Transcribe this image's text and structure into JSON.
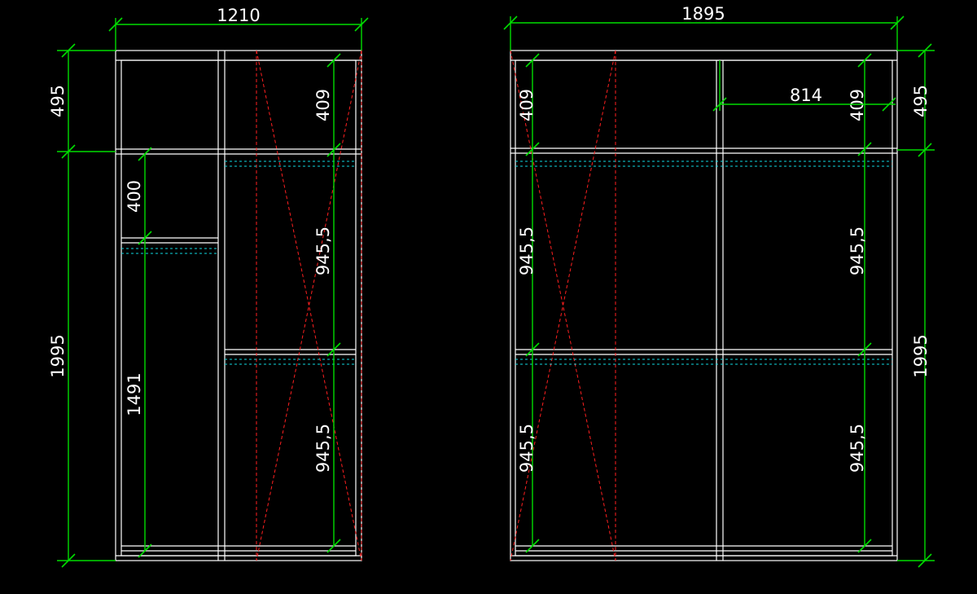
{
  "drawing": {
    "colors": {
      "background": "#000000",
      "frame": "#ffffff",
      "dimension": "#00dd00",
      "hidden_red": "#ff2020",
      "hidden_cyan": "#10d8e0",
      "text": "#ffffff"
    },
    "left_cabinet": {
      "width_label": "1210",
      "top_height_label": "495",
      "total_height_label": "1995",
      "top_compartment_label": "409",
      "upper_shelf_label": "400",
      "rail_compartment_label": "1491",
      "middle_section_label": "945,5",
      "lower_section_label": "945,5"
    },
    "right_cabinet": {
      "width_label": "1895",
      "top_left_label": "409",
      "top_right_width_label": "814",
      "top_right_label": "409",
      "top_height_label": "495",
      "total_height_label": "1995",
      "left_middle_label": "945,5",
      "left_lower_label": "945,5",
      "right_middle_label": "945,5",
      "right_lower_label": "945,5"
    }
  }
}
